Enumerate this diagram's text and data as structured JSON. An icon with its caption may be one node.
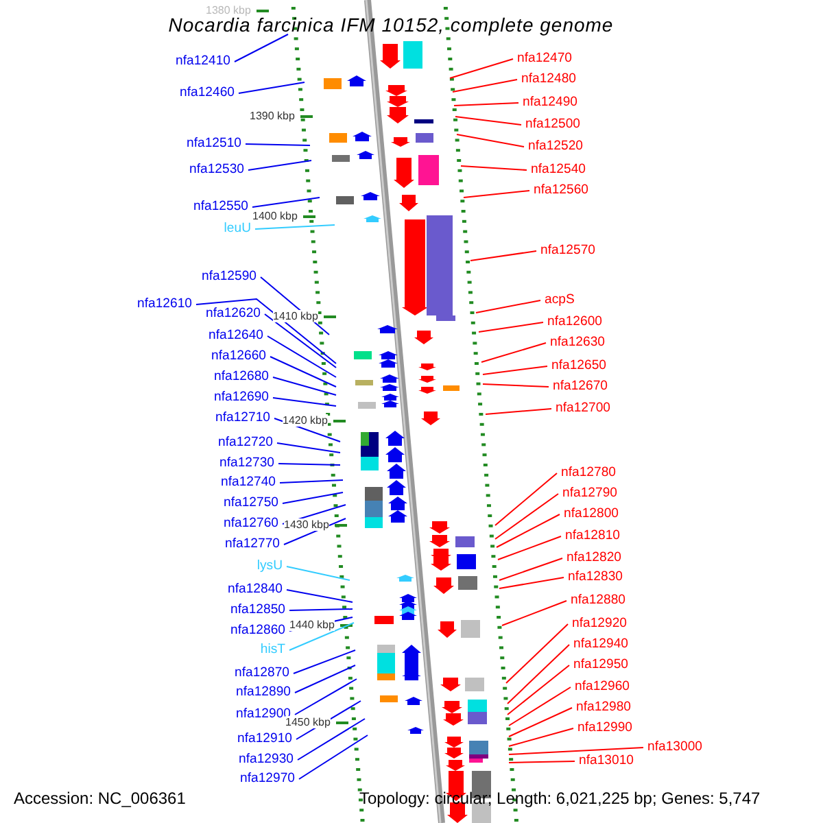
{
  "diagram": {
    "title": "Nocardia farcinica IFM 10152, complete genome",
    "nodes": [
      {
        "text": [
          "nfa12410"
        ]
      },
      {
        "text": [
          "nfa12460"
        ]
      },
      {
        "text": [
          "nfa12510"
        ]
      },
      {
        "text": [
          "nfa12530"
        ]
      },
      {
        "text": [
          "nfa12550"
        ]
      },
      {
        "text": [
          "leuU"
        ]
      },
      {
        "text": [
          "nfa12590"
        ]
      },
      {
        "text": [
          "nfa12610"
        ]
      },
      {
        "text": [
          "nfa12620"
        ]
      },
      {
        "text": [
          "nfa12640"
        ]
      },
      {
        "text": [
          "nfa12660"
        ]
      },
      {
        "text": [
          "nfa12680"
        ]
      },
      {
        "text": [
          "nfa12690"
        ]
      },
      {
        "text": [
          "nfa12710"
        ]
      },
      {
        "text": [
          "nfa12720"
        ]
      },
      {
        "text": [
          "nfa12730"
        ]
      },
      {
        "text": [
          "nfa12740"
        ]
      },
      {
        "text": [
          "nfa12750"
        ]
      },
      {
        "text": [
          "nfa12760"
        ]
      },
      {
        "text": [
          "nfa12770"
        ]
      },
      {
        "text": [
          "lysU"
        ]
      },
      {
        "text": [
          "nfa12840"
        ]
      },
      {
        "text": [
          "nfa12850"
        ]
      },
      {
        "text": [
          "nfa12860"
        ]
      },
      {
        "text": [
          "hisT"
        ]
      },
      {
        "text": [
          "nfa12870"
        ]
      },
      {
        "text": [
          "nfa12890"
        ]
      },
      {
        "text": [
          "nfa12900"
        ]
      },
      {
        "text": [
          "nfa12910"
        ]
      },
      {
        "text": [
          "nfa12930"
        ]
      },
      {
        "text": [
          "nfa12970"
        ]
      },
      {
        "text": [
          "nfa12470"
        ]
      },
      {
        "text": [
          "nfa12480"
        ]
      },
      {
        "text": [
          "nfa12490"
        ]
      },
      {
        "text": [
          "nfa12500"
        ]
      },
      {
        "text": [
          "nfa12520"
        ]
      },
      {
        "text": [
          "nfa12540"
        ]
      },
      {
        "text": [
          "nfa12560"
        ]
      },
      {
        "text": [
          "nfa12570"
        ]
      },
      {
        "text": [
          "acpS"
        ]
      },
      {
        "text": [
          "nfa12600"
        ]
      },
      {
        "text": [
          "nfa12630"
        ]
      },
      {
        "text": [
          "nfa12650"
        ]
      },
      {
        "text": [
          "nfa12670"
        ]
      },
      {
        "text": [
          "nfa12700"
        ]
      },
      {
        "text": [
          "nfa12780"
        ]
      },
      {
        "text": [
          "nfa12790"
        ]
      },
      {
        "text": [
          "nfa12800"
        ]
      },
      {
        "text": [
          "nfa12810"
        ]
      },
      {
        "text": [
          "nfa12820"
        ]
      },
      {
        "text": [
          "nfa12830"
        ]
      },
      {
        "text": [
          "nfa12880"
        ]
      },
      {
        "text": [
          "nfa12920"
        ]
      },
      {
        "text": [
          "nfa12940"
        ]
      },
      {
        "text": [
          "nfa12950"
        ]
      },
      {
        "text": [
          "nfa12960"
        ]
      },
      {
        "text": [
          "nfa12980"
        ]
      },
      {
        "text": [
          "nfa12990"
        ]
      },
      {
        "text": [
          "nfa13000"
        ]
      },
      {
        "text": [
          "nfa13010"
        ]
      }
    ],
    "edges": [
      {
        "from": 0,
        "to": null,
        "arrow": "none",
        "color": "#0000ee"
      },
      {
        "from": 1,
        "to": null,
        "arrow": "none",
        "color": "#0000ee"
      },
      {
        "from": 2,
        "to": null,
        "arrow": "none",
        "color": "#0000ee"
      },
      {
        "from": 3,
        "to": null,
        "arrow": "none",
        "color": "#0000ee"
      },
      {
        "from": 4,
        "to": null,
        "arrow": "none",
        "color": "#0000ee"
      },
      {
        "from": 5,
        "to": null,
        "arrow": "none",
        "color": "#33ccff"
      },
      {
        "from": 6,
        "to": null,
        "arrow": "none",
        "color": "#0000ee"
      },
      {
        "from": 7,
        "to": null,
        "arrow": "none",
        "color": "#0000ee"
      },
      {
        "from": 8,
        "to": null,
        "arrow": "none",
        "color": "#0000ee"
      },
      {
        "from": 9,
        "to": null,
        "arrow": "none",
        "color": "#0000ee"
      },
      {
        "from": 10,
        "to": null,
        "arrow": "none",
        "color": "#0000ee"
      },
      {
        "from": 11,
        "to": null,
        "arrow": "none",
        "color": "#0000ee"
      },
      {
        "from": 12,
        "to": null,
        "arrow": "none",
        "color": "#0000ee"
      },
      {
        "from": 13,
        "to": null,
        "arrow": "none",
        "color": "#0000ee"
      },
      {
        "from": 14,
        "to": null,
        "arrow": "none",
        "color": "#0000ee"
      },
      {
        "from": 15,
        "to": null,
        "arrow": "none",
        "color": "#0000ee"
      },
      {
        "from": 16,
        "to": null,
        "arrow": "none",
        "color": "#0000ee"
      },
      {
        "from": 17,
        "to": null,
        "arrow": "none",
        "color": "#0000ee"
      },
      {
        "from": 18,
        "to": null,
        "arrow": "none",
        "color": "#0000ee"
      },
      {
        "from": 19,
        "to": null,
        "arrow": "none",
        "color": "#0000ee"
      },
      {
        "from": 20,
        "to": null,
        "arrow": "none",
        "color": "#33ccff"
      },
      {
        "from": 21,
        "to": null,
        "arrow": "none",
        "color": "#0000ee"
      },
      {
        "from": 22,
        "to": null,
        "arrow": "none",
        "color": "#0000ee"
      },
      {
        "from": 23,
        "to": null,
        "arrow": "none",
        "color": "#0000ee"
      },
      {
        "from": 24,
        "to": null,
        "arrow": "none",
        "color": "#33ccff"
      },
      {
        "from": 25,
        "to": null,
        "arrow": "none",
        "color": "#0000ee"
      },
      {
        "from": 26,
        "to": null,
        "arrow": "none",
        "color": "#0000ee"
      },
      {
        "from": 27,
        "to": null,
        "arrow": "none",
        "color": "#0000ee"
      },
      {
        "from": 28,
        "to": null,
        "arrow": "none",
        "color": "#0000ee"
      },
      {
        "from": 29,
        "to": null,
        "arrow": "none",
        "color": "#0000ee"
      },
      {
        "from": 30,
        "to": null,
        "arrow": "none",
        "color": "#0000ee"
      },
      {
        "from": 31,
        "to": null,
        "arrow": "none",
        "color": "#ff0000"
      },
      {
        "from": 32,
        "to": null,
        "arrow": "none",
        "color": "#ff0000"
      },
      {
        "from": 33,
        "to": null,
        "arrow": "none",
        "color": "#ff0000"
      },
      {
        "from": 34,
        "to": null,
        "arrow": "none",
        "color": "#ff0000"
      },
      {
        "from": 35,
        "to": null,
        "arrow": "none",
        "color": "#ff0000"
      },
      {
        "from": 36,
        "to": null,
        "arrow": "none",
        "color": "#ff0000"
      },
      {
        "from": 37,
        "to": null,
        "arrow": "none",
        "color": "#ff0000"
      },
      {
        "from": 38,
        "to": null,
        "arrow": "none",
        "color": "#ff0000"
      },
      {
        "from": 39,
        "to": null,
        "arrow": "none",
        "color": "#ff0000"
      },
      {
        "from": 40,
        "to": null,
        "arrow": "none",
        "color": "#ff0000"
      },
      {
        "from": 41,
        "to": null,
        "arrow": "none",
        "color": "#ff0000"
      },
      {
        "from": 42,
        "to": null,
        "arrow": "none",
        "color": "#ff0000"
      },
      {
        "from": 43,
        "to": null,
        "arrow": "none",
        "color": "#ff0000"
      },
      {
        "from": 44,
        "to": null,
        "arrow": "none",
        "color": "#ff0000"
      },
      {
        "from": 45,
        "to": null,
        "arrow": "none",
        "color": "#ff0000"
      },
      {
        "from": 46,
        "to": null,
        "arrow": "none",
        "color": "#ff0000"
      },
      {
        "from": 47,
        "to": null,
        "arrow": "none",
        "color": "#ff0000"
      },
      {
        "from": 48,
        "to": null,
        "arrow": "none",
        "color": "#ff0000"
      },
      {
        "from": 49,
        "to": null,
        "arrow": "none",
        "color": "#ff0000"
      },
      {
        "from": 50,
        "to": null,
        "arrow": "none",
        "color": "#ff0000"
      },
      {
        "from": 51,
        "to": null,
        "arrow": "none",
        "color": "#ff0000"
      },
      {
        "from": 52,
        "to": null,
        "arrow": "none",
        "color": "#ff0000"
      },
      {
        "from": 53,
        "to": null,
        "arrow": "none",
        "color": "#ff0000"
      },
      {
        "from": 54,
        "to": null,
        "arrow": "none",
        "color": "#ff0000"
      },
      {
        "from": 55,
        "to": null,
        "arrow": "none",
        "color": "#ff0000"
      },
      {
        "from": 56,
        "to": null,
        "arrow": "none",
        "color": "#ff0000"
      },
      {
        "from": 57,
        "to": null,
        "arrow": "none",
        "color": "#ff0000"
      },
      {
        "from": 58,
        "to": null,
        "arrow": "none",
        "color": "#ff0000"
      },
      {
        "from": 59,
        "to": null,
        "arrow": "none",
        "color": "#ff0000"
      }
    ],
    "labels": [
      "1380 kbp",
      "1390 kbp",
      "1400 kbp",
      "1410 kbp",
      "1420 kbp",
      "1430 kbp",
      "1440 kbp",
      "1450 kbp",
      "Accession: NC_006361",
      "Topology: circular; Length: 6,021,225 bp; Genes: 5,747"
    ]
  }
}
